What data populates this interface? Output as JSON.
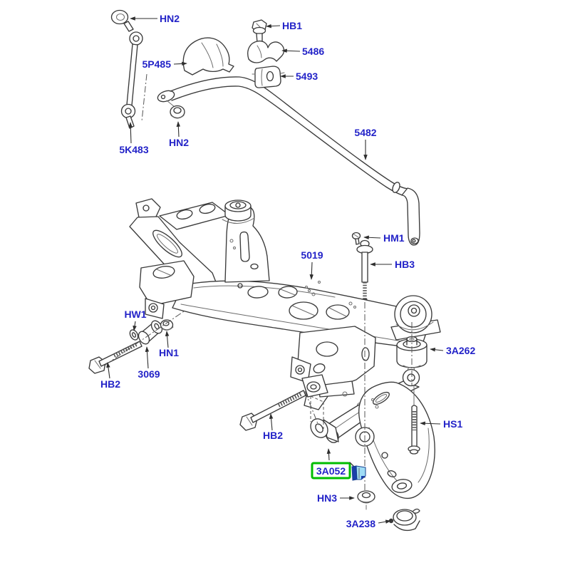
{
  "theme": {
    "line": "#3a3a3a",
    "line2": "#6b6b6b",
    "label": "#2323c8",
    "highlight": "#00bd00",
    "icon_dark": "#1a3faa",
    "icon_light": "#9fdcf5",
    "bg": "#ffffff"
  },
  "diagram": {
    "type": "exploded-parts-diagram",
    "callouts": [
      {
        "code": "HN2"
      },
      {
        "code": "HB1"
      },
      {
        "code": "5P485"
      },
      {
        "code": "5486"
      },
      {
        "code": "5493"
      },
      {
        "code": "HN2"
      },
      {
        "code": "5K483"
      },
      {
        "code": "5482"
      },
      {
        "code": "5019"
      },
      {
        "code": "HM1"
      },
      {
        "code": "HB3"
      },
      {
        "code": "HW1"
      },
      {
        "code": "HN1"
      },
      {
        "code": "3069"
      },
      {
        "code": "HB2"
      },
      {
        "code": "3A262"
      },
      {
        "code": "HB2"
      },
      {
        "code": "HS1"
      },
      {
        "code": "HN3"
      },
      {
        "code": "3A238"
      }
    ],
    "selected": {
      "code": "3A052"
    }
  }
}
